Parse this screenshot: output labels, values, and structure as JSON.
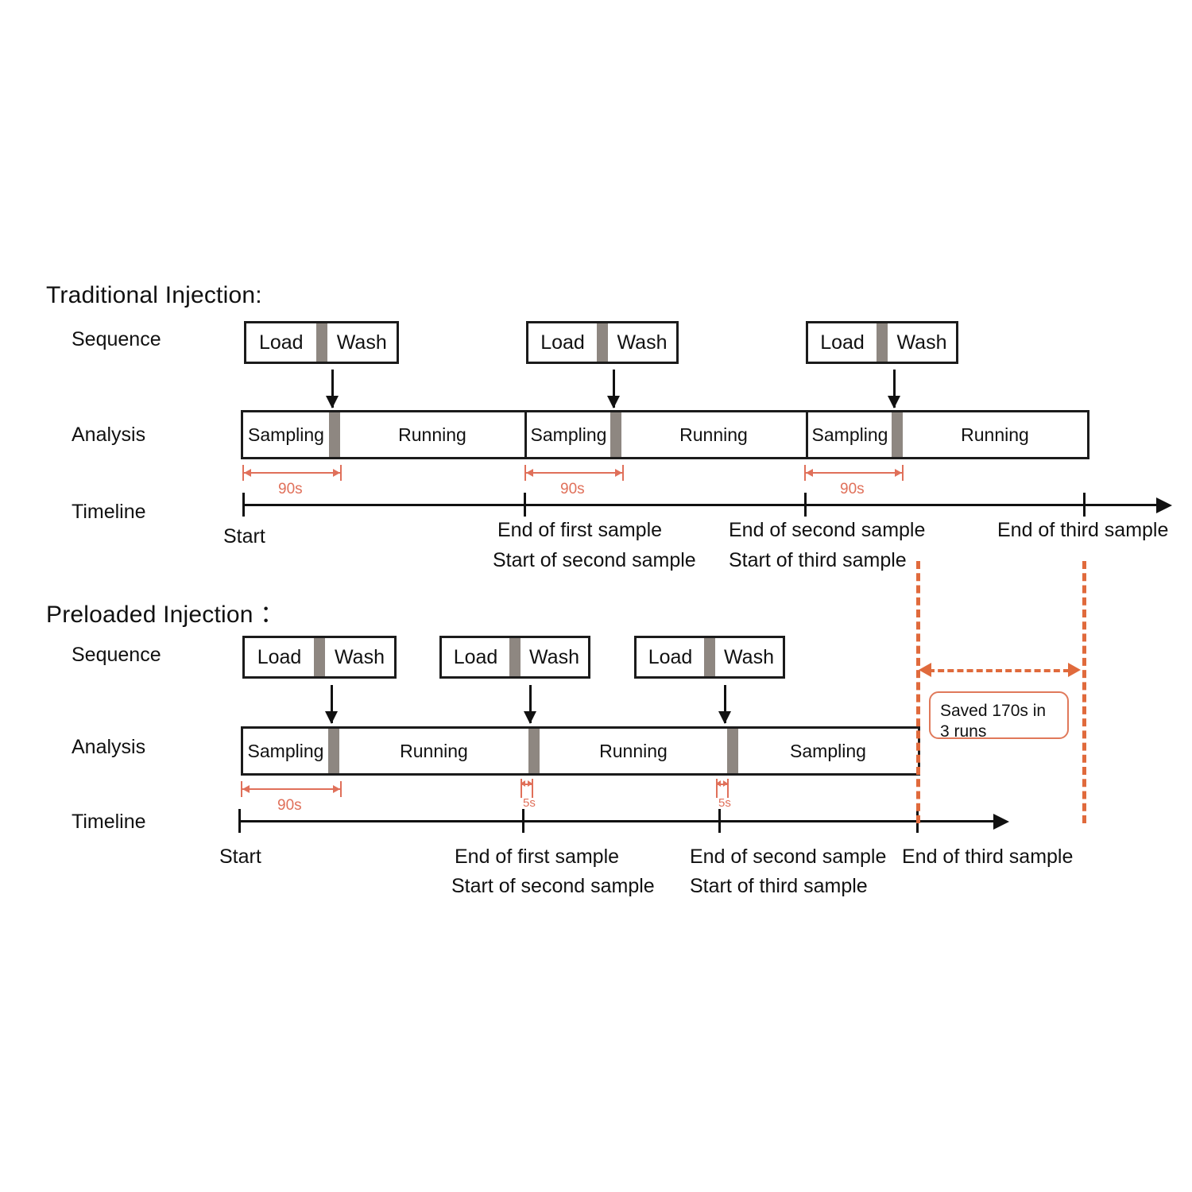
{
  "diagram": {
    "title_traditional": "Traditional Injection:",
    "title_preloaded": "Preloaded Injection ："
  },
  "row_labels": {
    "sequence": "Sequence",
    "analysis": "Analysis",
    "timeline": "Timeline"
  },
  "sequence_blocks": {
    "load": "Load",
    "wash": "Wash"
  },
  "segments": {
    "sampling": "Sampling",
    "running": "Running"
  },
  "traditional": {
    "sequence": [
      {
        "load": "Load",
        "wash": "Wash"
      },
      {
        "load": "Load",
        "wash": "Wash"
      },
      {
        "load": "Load",
        "wash": "Wash"
      }
    ],
    "analysis": [
      "Sampling",
      "Running",
      "Sampling",
      "Running",
      "Sampling",
      "Running"
    ],
    "measures": [
      {
        "label": "90s"
      },
      {
        "label": "90s"
      },
      {
        "label": "90s"
      }
    ],
    "timeline_captions": [
      {
        "line1": "Start",
        "line2": ""
      },
      {
        "line1": "End of first sample",
        "line2": "Start of second sample"
      },
      {
        "line1": "End of second sample",
        "line2": "Start of third sample"
      },
      {
        "line1": "End of third sample",
        "line2": ""
      }
    ]
  },
  "preloaded": {
    "sequence": [
      {
        "load": "Load",
        "wash": "Wash"
      },
      {
        "load": "Load",
        "wash": "Wash"
      },
      {
        "load": "Load",
        "wash": "Wash"
      }
    ],
    "analysis": [
      "Sampling",
      "Running",
      "Running",
      "Sampling"
    ],
    "measures": [
      {
        "label": "90s"
      },
      {
        "label": "5s"
      },
      {
        "label": "5s"
      }
    ],
    "timeline_captions": [
      {
        "line1": "Start",
        "line2": ""
      },
      {
        "line1": "End of first sample",
        "line2": "Start of second sample"
      },
      {
        "line1": "End of second sample",
        "line2": "Start of third sample"
      },
      {
        "line1": "End of third sample",
        "line2": ""
      }
    ]
  },
  "annotation": {
    "saved_text": "Saved 170s in 3 runs"
  },
  "colors": {
    "gray_block": "#8e8781",
    "accent_orange": "#e06a3c",
    "measure_red": "#e0705a",
    "ink": "#1b1b1b"
  }
}
